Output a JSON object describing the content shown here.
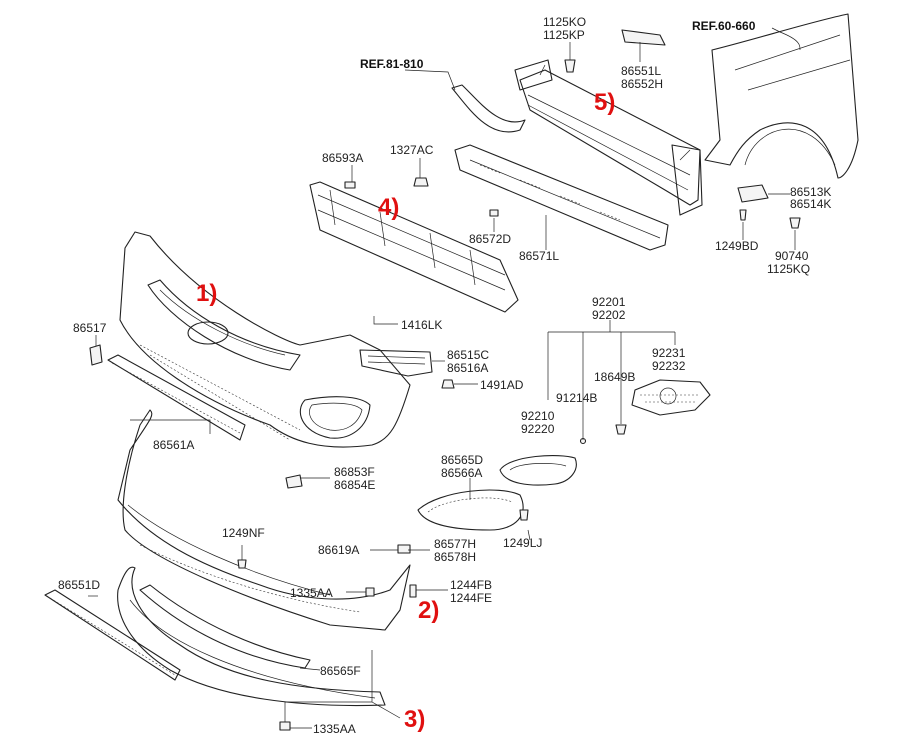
{
  "refs": {
    "ref_81": "REF.81-810",
    "ref_60": "REF.60-660"
  },
  "callouts": {
    "c1": "1)",
    "c2": "2)",
    "c3": "3)",
    "c4": "4)",
    "c5": "5)"
  },
  "labels": {
    "p1125KO": "1125KO",
    "p1125KP": "1125KP",
    "p86551L": "86551L",
    "p86552H": "86552H",
    "p86593A": "86593A",
    "p1327AC": "1327AC",
    "p86513K": "86513K",
    "p86514K": "86514K",
    "p1249BD": "1249BD",
    "p90740": "90740",
    "p1125KQ": "1125KQ",
    "p86572D": "86572D",
    "p86571L": "86571L",
    "p86517": "86517",
    "p1416LK": "1416LK",
    "p86515C": "86515C",
    "p86516A": "86516A",
    "p1491AD": "1491AD",
    "p92201": "92201",
    "p92202": "92202",
    "p92231": "92231",
    "p92232": "92232",
    "p18649B": "18649B",
    "p91214B": "91214B",
    "p92210": "92210",
    "p92220": "92220",
    "p86561A": "86561A",
    "p86853F": "86853F",
    "p86854E": "86854E",
    "p86565D": "86565D",
    "p86566A": "86566A",
    "p1249LJ": "1249LJ",
    "p1249NF": "1249NF",
    "p86619A": "86619A",
    "p86577H": "86577H",
    "p86578H": "86578H",
    "p1244FB": "1244FB",
    "p1244FE": "1244FE",
    "p86551D": "86551D",
    "p1335AA_a": "1335AA",
    "p86565F": "86565F",
    "p1335AA_b": "1335AA"
  }
}
